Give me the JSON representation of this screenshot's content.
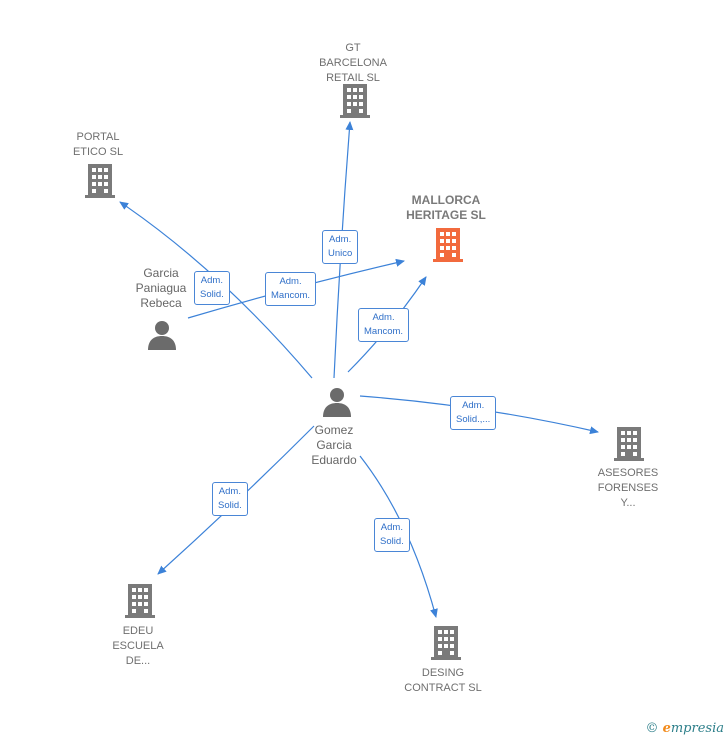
{
  "colors": {
    "edge": "#3c82d8",
    "building": "#7a7a7a",
    "focus_building": "#f26a3d",
    "person": "#6b6b6b"
  },
  "nodes": {
    "gt_barcelona": {
      "label": [
        "GT",
        "BARCELONA",
        "RETAIL SL"
      ],
      "icon": "building-icon"
    },
    "portal_etico": {
      "label": [
        "PORTAL",
        "ETICO SL"
      ],
      "icon": "building-icon"
    },
    "mallorca": {
      "label": [
        "MALLORCA",
        "HERITAGE SL"
      ],
      "icon": "building-icon"
    },
    "asesores": {
      "label": [
        "ASESORES",
        "FORENSES",
        "Y..."
      ],
      "icon": "building-icon"
    },
    "edeu": {
      "label": [
        "EDEU",
        "ESCUELA",
        "DE..."
      ],
      "icon": "building-icon"
    },
    "desing": {
      "label": [
        "DESING",
        "CONTRACT SL"
      ],
      "icon": "building-icon"
    },
    "garcia_paniagua": {
      "label": [
        "Garcia",
        "Paniagua",
        "Rebeca"
      ],
      "icon": "person-icon"
    },
    "gomez_garcia": {
      "label": [
        "Gomez",
        "Garcia",
        "Eduardo"
      ],
      "icon": "person-icon"
    }
  },
  "edges": [
    {
      "from": "gomez_garcia",
      "to": "gt_barcelona",
      "label": [
        "Adm.",
        "Unico"
      ]
    },
    {
      "from": "gomez_garcia",
      "to": "portal_etico",
      "label": [
        "Adm.",
        "Solid."
      ]
    },
    {
      "from": "garcia_paniagua",
      "to": "mallorca",
      "label": [
        "Adm.",
        "Mancom."
      ]
    },
    {
      "from": "gomez_garcia",
      "to": "mallorca",
      "label": [
        "Adm.",
        "Mancom."
      ]
    },
    {
      "from": "gomez_garcia",
      "to": "asesores",
      "label": [
        "Adm.",
        "Solid.,..."
      ]
    },
    {
      "from": "gomez_garcia",
      "to": "edeu",
      "label": [
        "Adm.",
        "Solid."
      ]
    },
    {
      "from": "gomez_garcia",
      "to": "desing",
      "label": [
        "Adm.",
        "Solid."
      ]
    }
  ],
  "brand": {
    "copyright": "©",
    "initial": "e",
    "rest": "mpresia"
  }
}
